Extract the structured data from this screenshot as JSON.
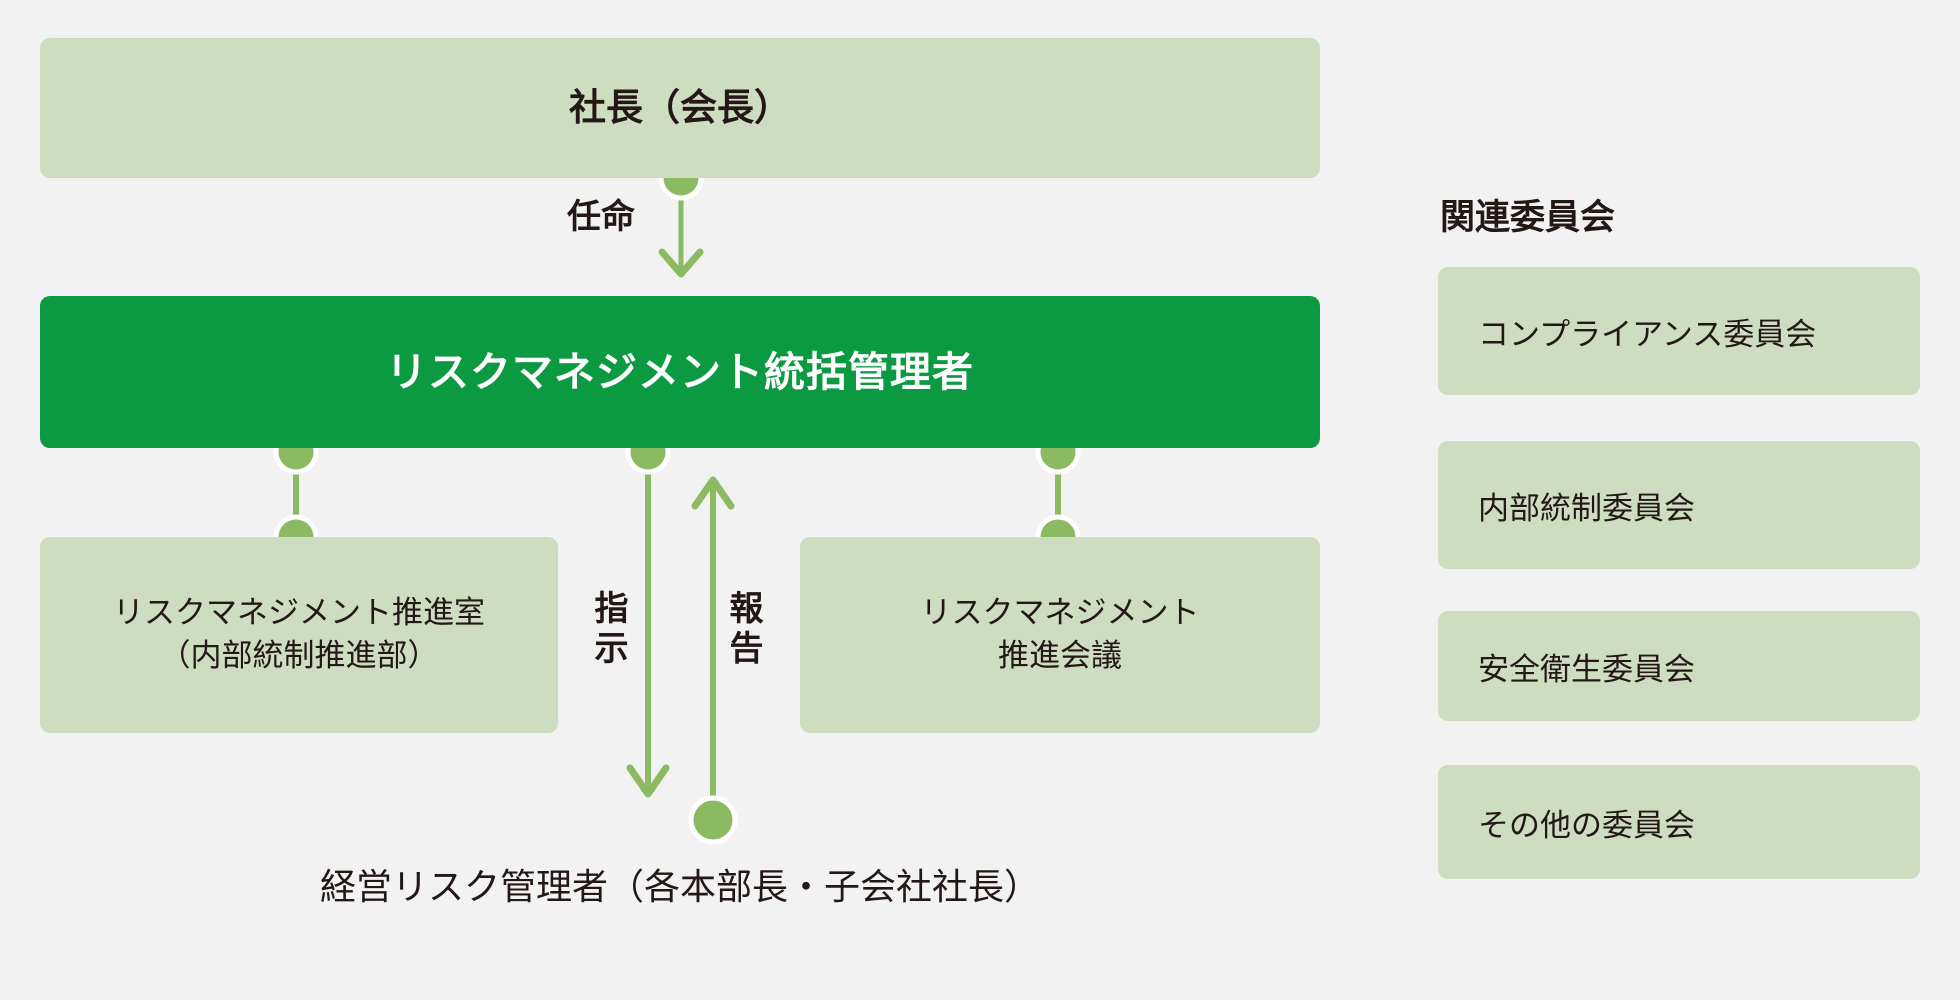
{
  "diagram": {
    "title_hidden": "",
    "background_color": "#f2f2f2",
    "colors": {
      "primary_green": "#0b9a42",
      "light_green_box": "#cedcbf",
      "connector_green": "#8cba63",
      "text_dark": "#231815",
      "text_on_primary": "#ffffff"
    },
    "nodes": {
      "president": "社長（会長）",
      "chief": "リスクマネジメント統括管理者",
      "promotion_office_line1": "リスクマネジメント推進室",
      "promotion_office_line2": "（内部統制推進部）",
      "promotion_meeting_line1": "リスクマネジメント",
      "promotion_meeting_line2": "推進会議",
      "business_risk_manager": "経営リスク管理者（各本部長・子会社社長）"
    },
    "edges": {
      "appoint": "任命",
      "instruct": "指示",
      "report": "報告"
    }
  },
  "committees": {
    "heading": "関連委員会",
    "items": [
      {
        "label": "コンプライアンス委員会"
      },
      {
        "label": "内部統制委員会"
      },
      {
        "label": "安全衛生委員会"
      },
      {
        "label": "その他の委員会"
      }
    ]
  }
}
